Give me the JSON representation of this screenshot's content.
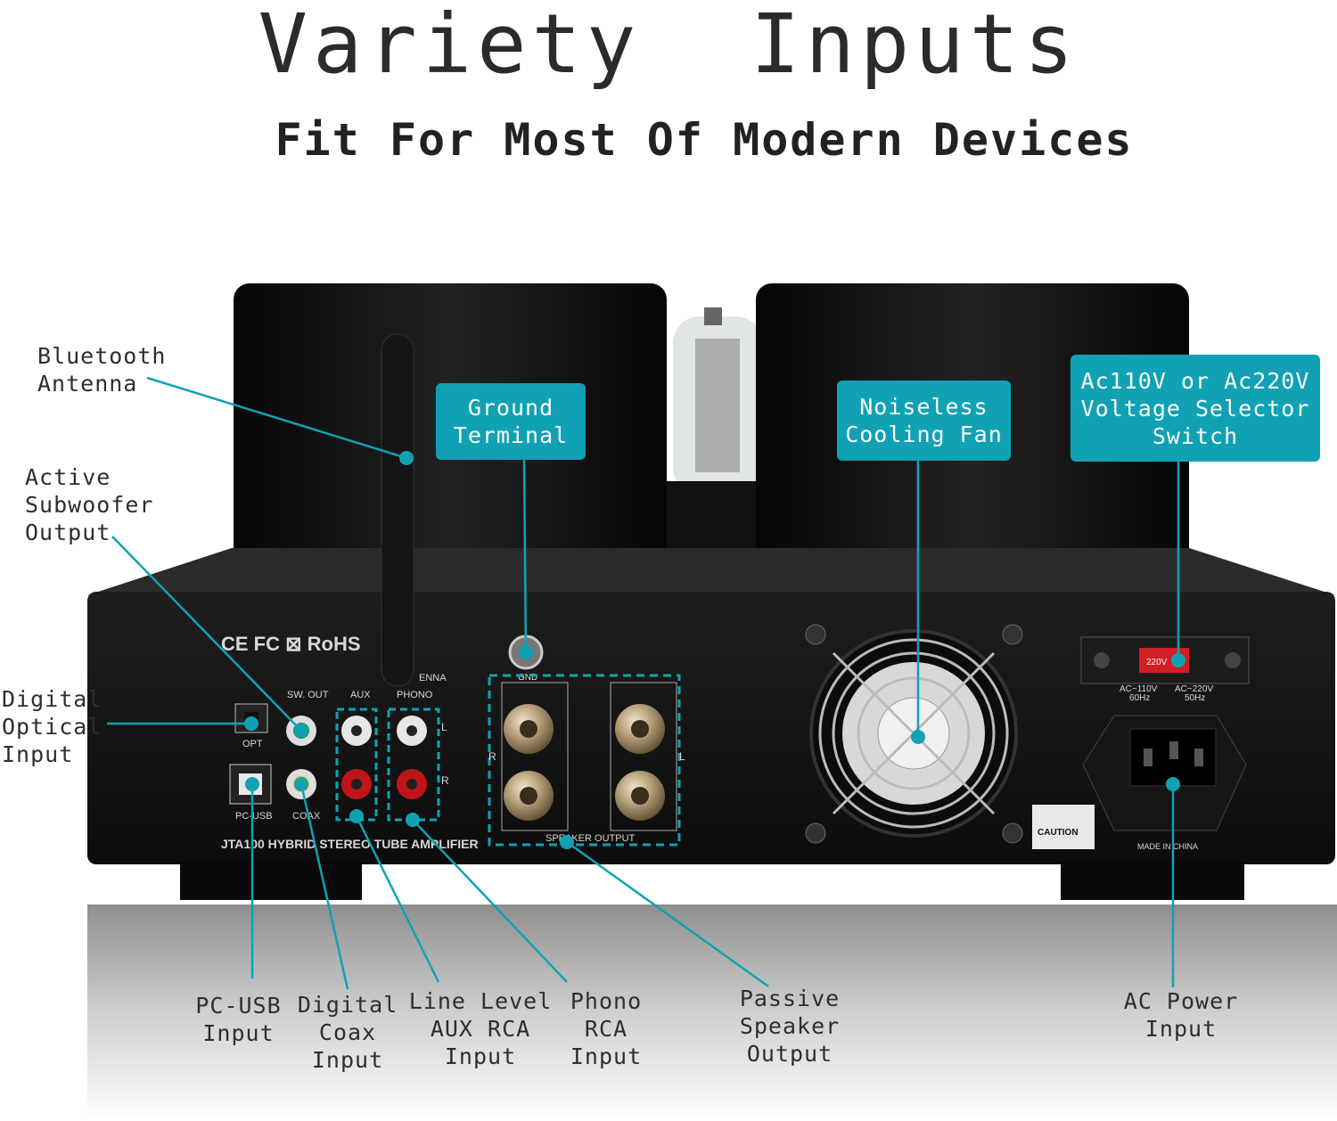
{
  "header": {
    "title": "Variety  Inputs",
    "subtitle": "Fit For Most Of Modern Devices"
  },
  "callouts": {
    "bluetooth_antenna": "Bluetooth\nAntenna",
    "active_subwoofer_output": "Active\nSubwoofer\nOutput",
    "digital_optical_input": "Digital\nOptical\nInput",
    "ground_terminal": "Ground\nTerminal",
    "noiseless_cooling_fan": "Noiseless\nCooling Fan",
    "voltage_selector_switch": "Ac110V or Ac220V\nVoltage Selector\nSwitch",
    "pc_usb_input": "PC-USB\nInput",
    "digital_coax_input": "Digital\nCoax\nInput",
    "line_level_aux_rca_input": "Line Level\nAUX RCA\nInput",
    "phono_rca_input": "Phono\nRCA\nInput",
    "passive_speaker_output": "Passive\nSpeaker\nOutput",
    "ac_power_input": "AC Power\nInput"
  },
  "panel_labels": {
    "certifications": "CE FC ⊠ RoHS",
    "sw_out": "SW. OUT",
    "aux": "AUX",
    "phono": "PHONO",
    "antenna": "ENNA",
    "opt": "OPT",
    "pc_usb": "PC-USB",
    "coax": "COAX",
    "gnd": "GND",
    "speaker_output": "SPEAKER OUTPUT",
    "model_line": "JTA100  HYBRID STEREO TUBE AMPLIFIER",
    "voltage_ac110": "AC~110V",
    "hz60": "60Hz",
    "voltage_ac220": "AC~220V",
    "hz50": "50Hz",
    "switch_220": "220V",
    "caution": "CAUTION",
    "made_in": "MADE IN CHINA",
    "left": "L",
    "right": "R"
  },
  "colors": {
    "accent_teal": "#10a2b4",
    "chassis": "#141414",
    "transformer": "#0d0d0d",
    "rca_red": "#c0141b",
    "rca_white": "#e6e6e6",
    "rca_yellow": "#e2c21a"
  }
}
